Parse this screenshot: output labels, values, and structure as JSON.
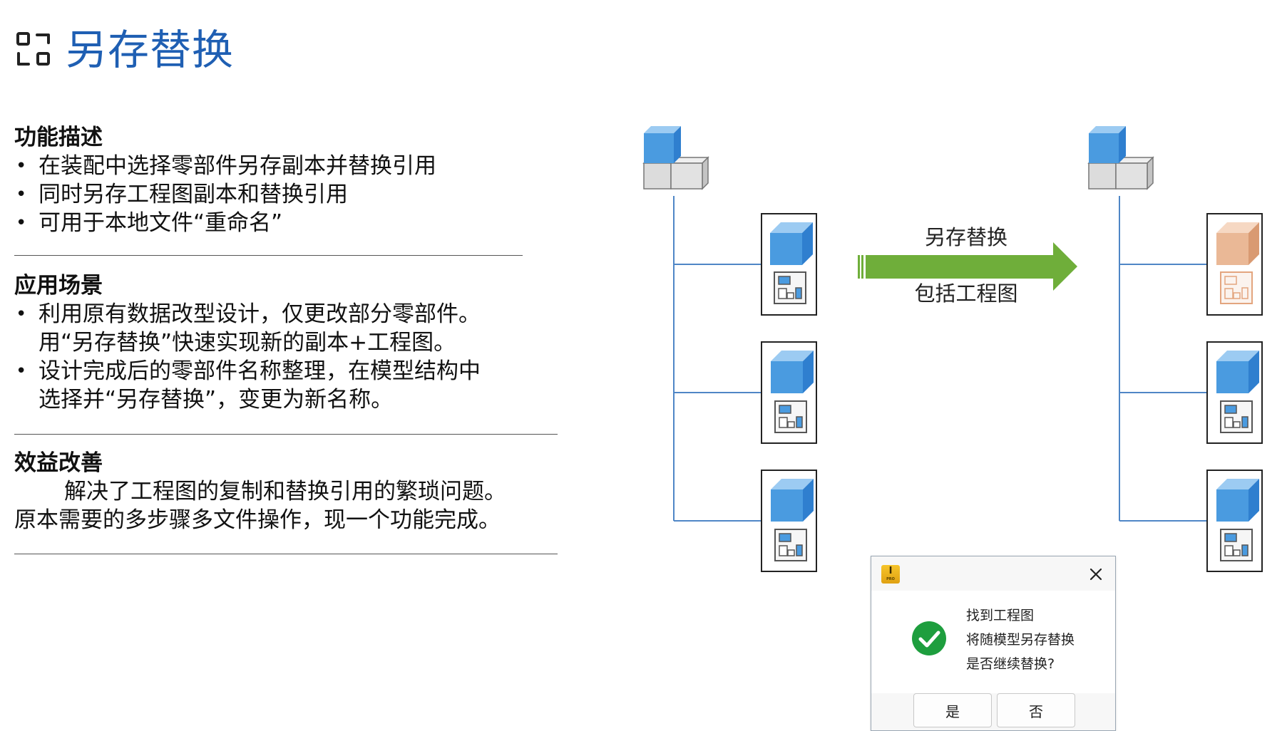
{
  "title": "另存替换",
  "sections": {
    "function": {
      "heading": "功能描述",
      "bullets": [
        "在装配中选择零部件另存副本并替换引用",
        "同时另存工程图副本和替换引用",
        "可用于本地文件“重命名”"
      ]
    },
    "scenario": {
      "heading": "应用场景",
      "bullet1_lines": [
        "利用原有数据改型设计，仅更改部分零部件。",
        "用“另存替换”快速实现新的副本+工程图。"
      ],
      "bullet2_lines": [
        "设计完成后的零部件名称整理，在模型结构中",
        "选择并“另存替换”，变更为新名称。"
      ]
    },
    "benefit": {
      "heading": "效益改善",
      "lines": [
        "解决了工程图的复制和替换引用的繁琐问题。",
        "原本需要的多步骤多文件操作，现一个功能完成。"
      ]
    }
  },
  "diagram": {
    "arrow_label_top": "另存替换",
    "arrow_label_bottom": "包括工程图",
    "colors": {
      "blue": "#4a9be0",
      "orange": "#eab896",
      "arrow": "#6fae3a",
      "tree_line": "#4f86c6"
    }
  },
  "dialog": {
    "app_icon_letter": "I",
    "app_icon_sub": "PRO",
    "message_lines": [
      "找到工程图",
      "将随模型另存替换",
      "是否继续替换?"
    ],
    "yes_label": "是",
    "no_label": "否"
  }
}
